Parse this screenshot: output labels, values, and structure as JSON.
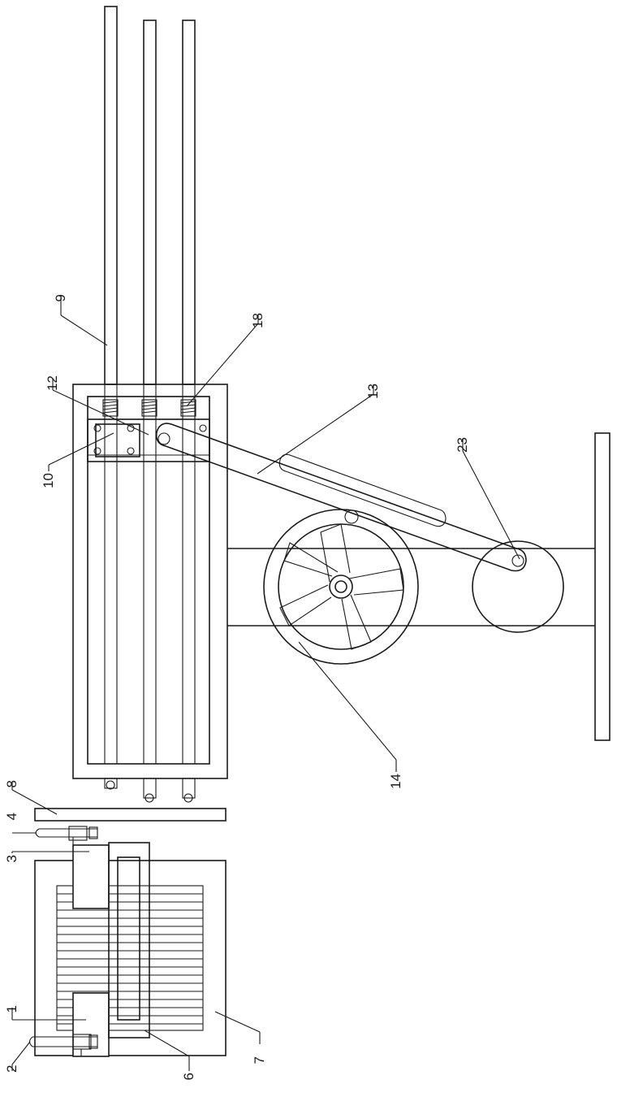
{
  "labels": {
    "l1": "1",
    "l2": "2",
    "l3": "3",
    "l4": "4",
    "l6": "6",
    "l7": "7",
    "l8": "8",
    "l9": "9",
    "l10": "10",
    "l12": "12",
    "l13": "13",
    "l14": "14",
    "l18": "18",
    "l23": "23"
  }
}
